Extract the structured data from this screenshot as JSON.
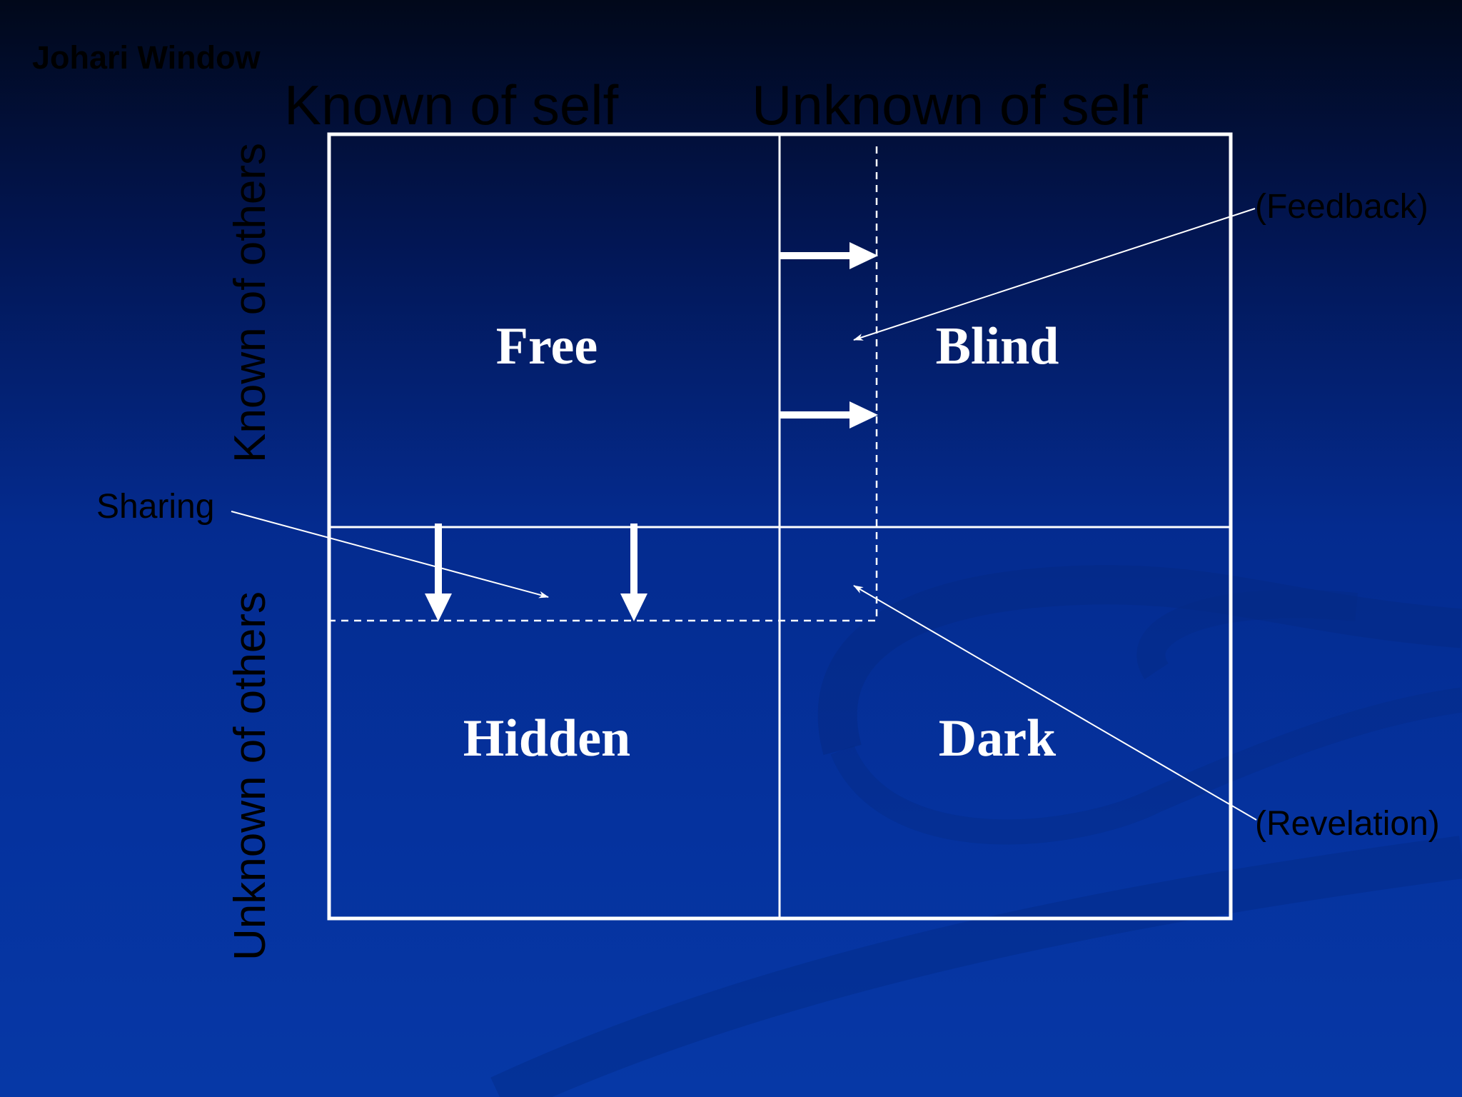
{
  "slide": {
    "title": "Johari Window",
    "columns": [
      "Known of self",
      "Unknown of self"
    ],
    "rows": [
      "Known of others",
      "Unknown of others"
    ],
    "quadrants": {
      "top_left": "Free",
      "top_right": "Blind",
      "bottom_left": "Hidden",
      "bottom_right": "Dark"
    },
    "annotations": {
      "feedback": "(Feedback)",
      "revelation": "(Revelation)",
      "sharing": "Sharing"
    }
  },
  "colors": {
    "grid_lines": "#ffffff",
    "label_text": "#000000",
    "quadrant_text": "#ffffff"
  }
}
